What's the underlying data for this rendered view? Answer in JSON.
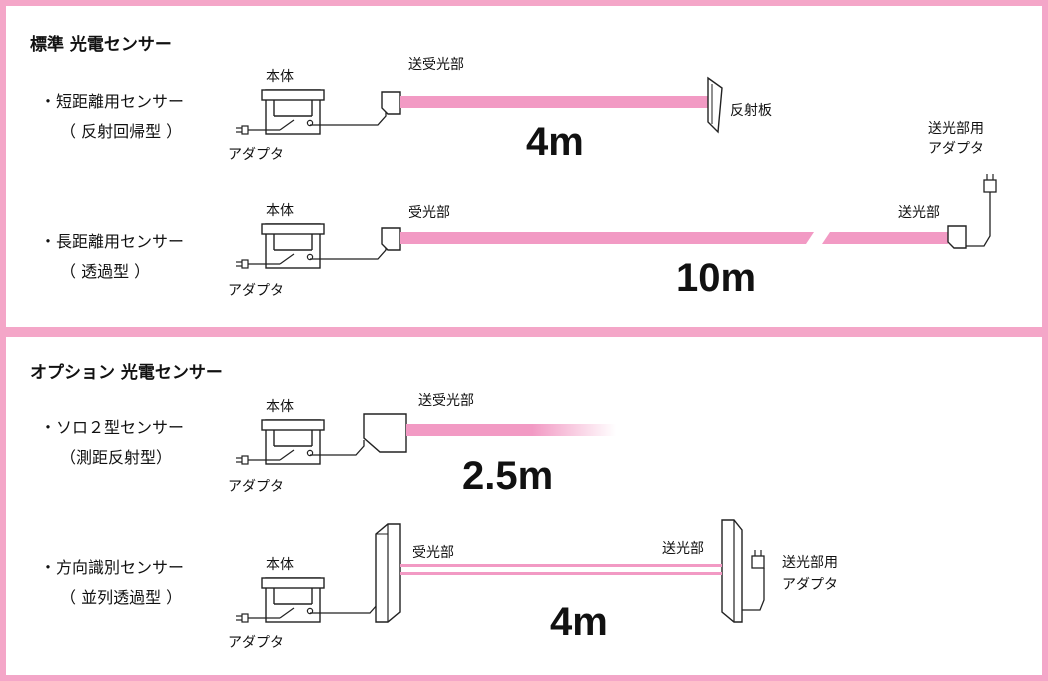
{
  "colors": {
    "frame": "#f4a6c8",
    "beam": "#f29ac4",
    "line": "#222222"
  },
  "sections": {
    "standard": {
      "title": "標準 光電センサー",
      "short_range": {
        "name": "・短距離用センサー",
        "type": "（ 反射回帰型 ）",
        "unit_label": "本体",
        "adapter_label": "アダプタ",
        "sensor_label": "送受光部",
        "reflector_label": "反射板",
        "distance": "4m"
      },
      "long_range": {
        "name": "・長距離用センサー",
        "type": "（ 透過型 ）",
        "unit_label": "本体",
        "adapter_label": "アダプタ",
        "receiver_label": "受光部",
        "emitter_label": "送光部",
        "emitter_adapter_label_1": "送光部用",
        "emitter_adapter_label_2": "アダプタ",
        "distance": "10m"
      }
    },
    "option": {
      "title": "オプション 光電センサー",
      "solo2": {
        "name": "・ソロ２型センサー",
        "type": "（測距反射型）",
        "unit_label": "本体",
        "adapter_label": "アダプタ",
        "sensor_label": "送受光部",
        "distance": "2.5m"
      },
      "direction": {
        "name": "・方向識別センサー",
        "type": "（ 並列透過型 ）",
        "unit_label": "本体",
        "adapter_label": "アダプタ",
        "receiver_label": "受光部",
        "emitter_label": "送光部",
        "emitter_adapter_label_1": "送光部用",
        "emitter_adapter_label_2": "アダプタ",
        "distance": "4m"
      }
    }
  }
}
